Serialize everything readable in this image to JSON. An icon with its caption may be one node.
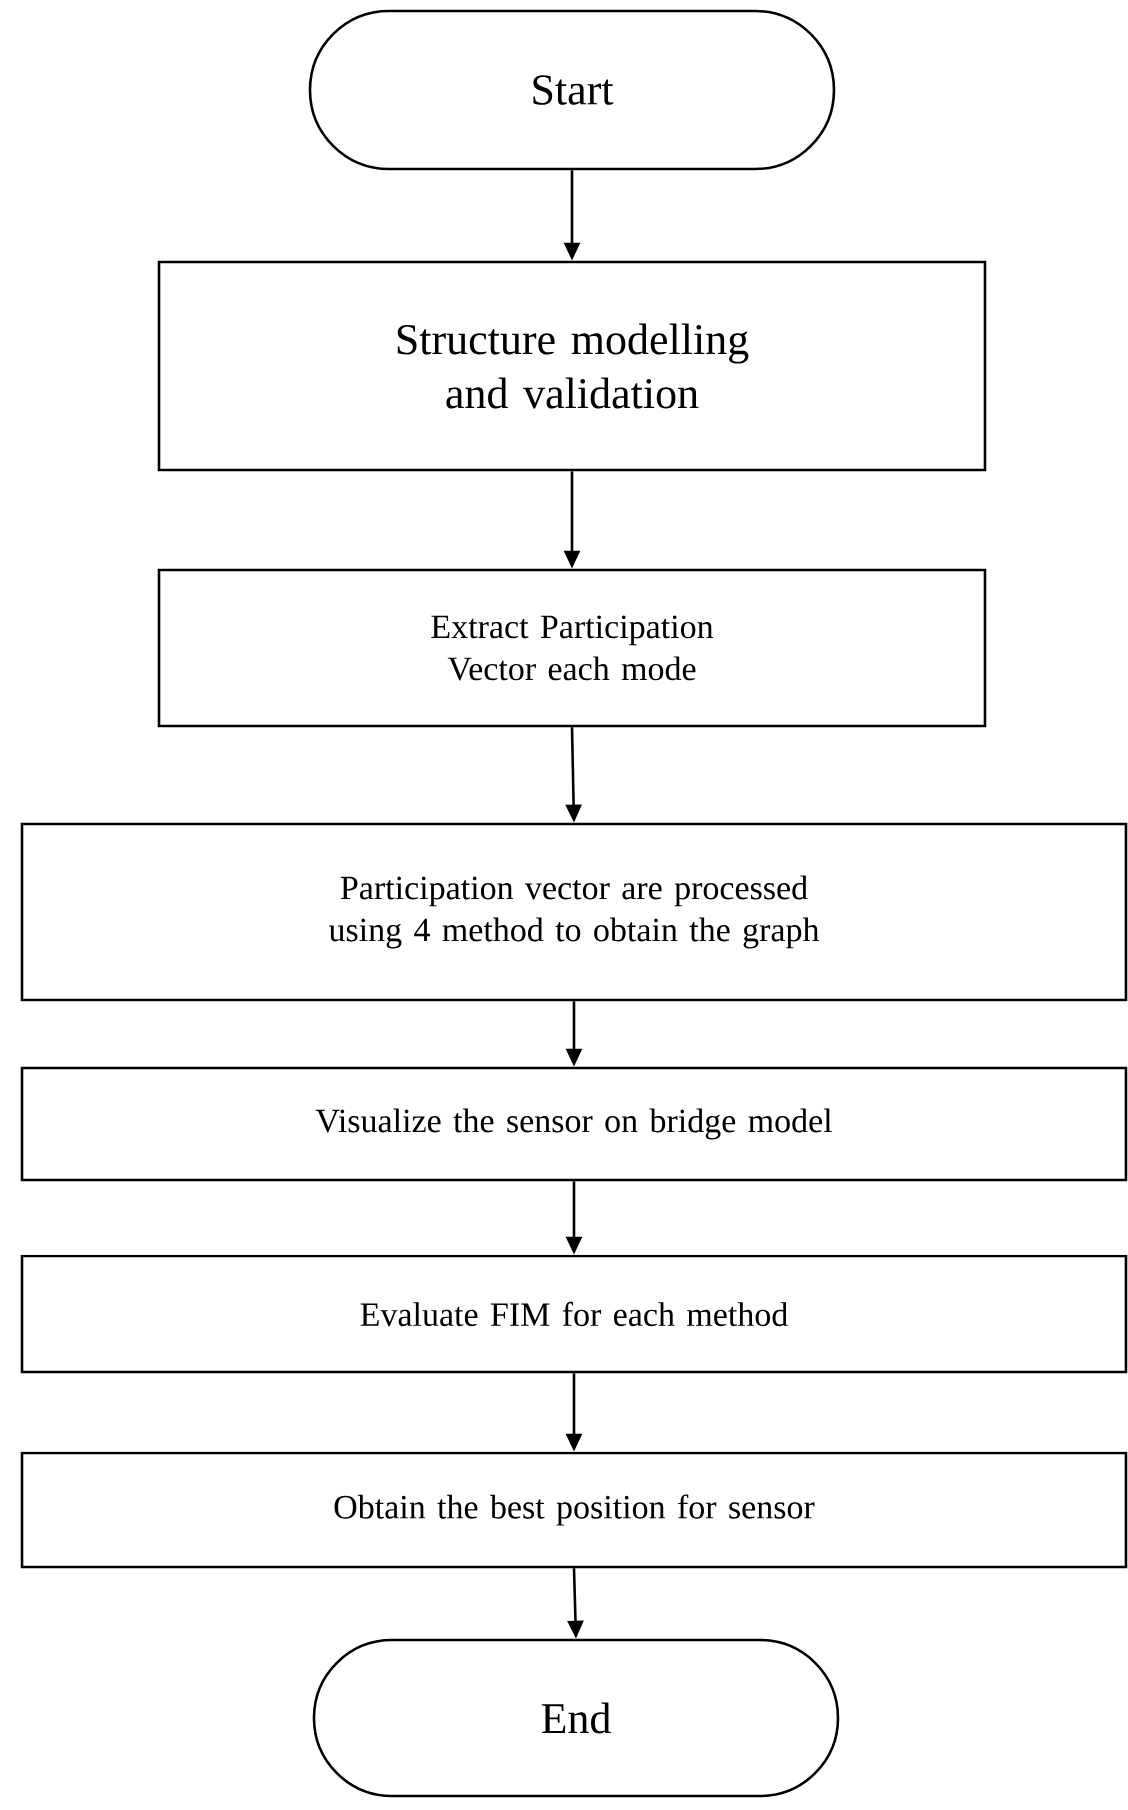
{
  "diagram": {
    "nodes": [
      {
        "text": [
          "Start"
        ]
      },
      {
        "text": [
          "Structure modelling and validation"
        ]
      },
      {
        "text": [
          "Extract Participation Vector each mode"
        ]
      },
      {
        "text": [
          "Participation vector are processed using 4 method to obtain the graph"
        ]
      },
      {
        "text": [
          "Visualize the sensor on bridge model"
        ]
      },
      {
        "text": [
          "Evaluate FIM for each method"
        ]
      },
      {
        "text": [
          "Obtain the best position for sensor"
        ]
      },
      {
        "text": [
          "End"
        ]
      }
    ],
    "edges": [
      {
        "from": 0,
        "to": 1,
        "arrow": "to"
      },
      {
        "from": 1,
        "to": 2,
        "arrow": "to"
      },
      {
        "from": 2,
        "to": 3,
        "arrow": "to"
      },
      {
        "from": 3,
        "to": 4,
        "arrow": "to"
      },
      {
        "from": 4,
        "to": 5,
        "arrow": "to"
      },
      {
        "from": 5,
        "to": 6,
        "arrow": "to"
      },
      {
        "from": 6,
        "to": 7,
        "arrow": "to"
      }
    ]
  }
}
